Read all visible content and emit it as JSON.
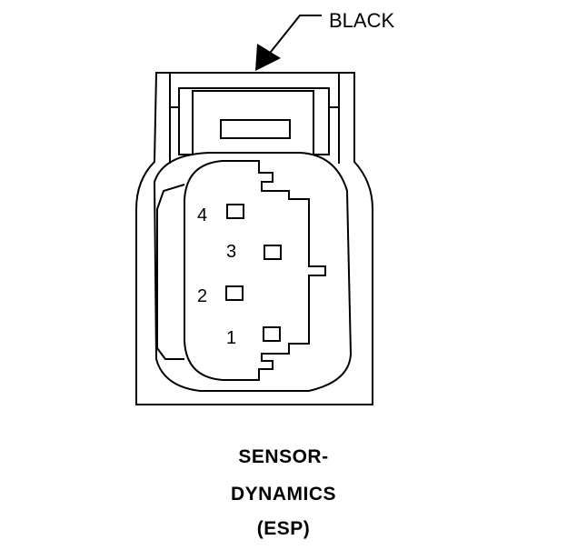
{
  "callout": {
    "label": "BLACK"
  },
  "pins": [
    {
      "number": "4"
    },
    {
      "number": "3"
    },
    {
      "number": "2"
    },
    {
      "number": "1"
    }
  ],
  "caption": {
    "line1": "SENSOR-",
    "line2": "DYNAMICS",
    "line3": "(ESP)"
  },
  "colors": {
    "ink": "#000000",
    "paper": "#ffffff"
  }
}
